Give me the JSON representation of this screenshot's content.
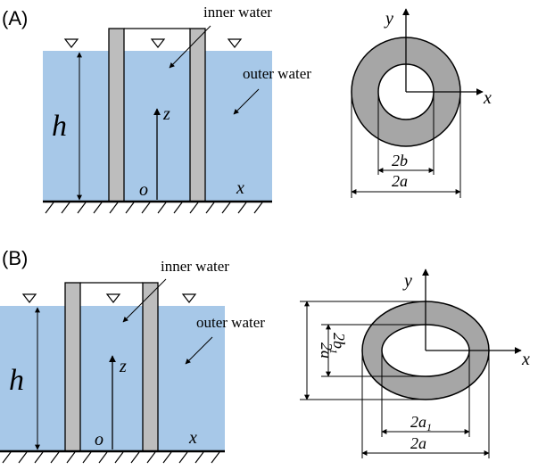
{
  "panels": [
    {
      "label": "(A)",
      "inner_water": "inner water",
      "outer_water": "outer water",
      "h": "h",
      "z": "z",
      "o": "o",
      "x": "x",
      "cross_section": {
        "y": "y",
        "x": "x",
        "inner_dim": "2b",
        "outer_dim": "2a"
      }
    },
    {
      "label": "(B)",
      "inner_water": "inner water",
      "outer_water": "outer water",
      "h": "h",
      "z": "z",
      "o": "o",
      "x": "x",
      "cross_section": {
        "y": "y",
        "x": "x",
        "inner_h_dim": "2a",
        "inner_h_sub": "1",
        "outer_h_dim": "2a",
        "inner_v_dim": "2b",
        "inner_v_sub": "1",
        "outer_v_dim": "2a"
      }
    }
  ],
  "colors": {
    "water": "#a7c8e8",
    "wall": "#bdbdbd",
    "ring": "#a6a6a6",
    "line": "#000000"
  },
  "icons": [
    "water-level-triangle-icon",
    "arrow-icon",
    "ground-hatch-icon"
  ]
}
